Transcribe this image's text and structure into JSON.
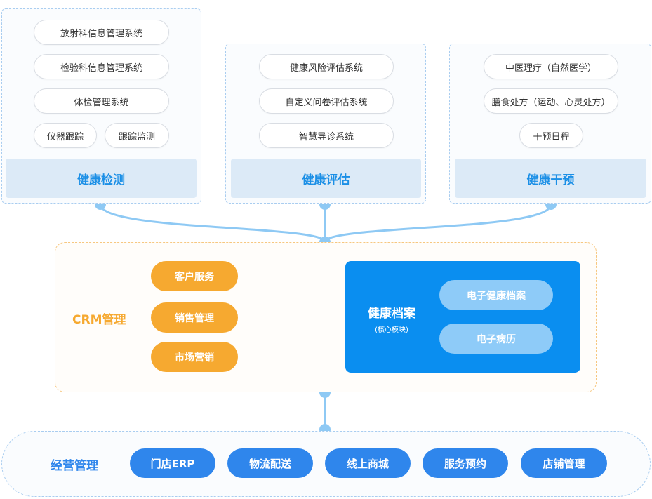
{
  "colors": {
    "dashed_blue": "#a9cdf0",
    "accent_blue": "#1b8fe6",
    "orange": "#f6a930",
    "core_blue": "#0a8ef0",
    "light_blue_button": "#8ecbf8",
    "bottom_button_blue": "#2f86ec",
    "connector": "#8ec9f4"
  },
  "detection": {
    "items": [
      "放射科信息管理系统",
      "检验科信息管理系统",
      "体检管理系统",
      "仪器跟踪",
      "跟踪监测"
    ],
    "title": "健康检测"
  },
  "assessment": {
    "items": [
      "健康风险评估系统",
      "自定义问卷评估系统",
      "智慧导诊系统"
    ],
    "title": "健康评估"
  },
  "intervention": {
    "items": [
      "中医理疗（自然医学）",
      "膳食处方（运动、心灵处方）",
      "干预日程"
    ],
    "title": "健康干预"
  },
  "crm": {
    "title": "CRM管理",
    "buttons": [
      "客户服务",
      "销售管理",
      "市场营销"
    ]
  },
  "archive": {
    "title": "健康档案",
    "subtitle": "(核心模块)",
    "buttons": [
      "电子健康档案",
      "电子病历"
    ]
  },
  "operations": {
    "title": "经营管理",
    "buttons": [
      "门店ERP",
      "物流配送",
      "线上商城",
      "服务预约",
      "店铺管理"
    ]
  }
}
